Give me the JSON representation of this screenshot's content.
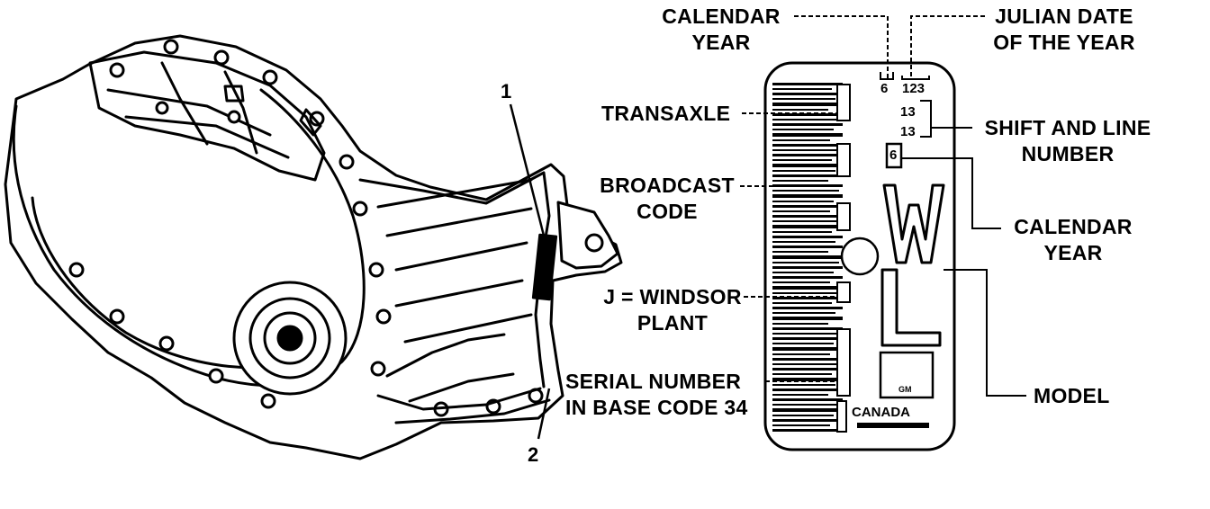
{
  "callouts": {
    "one": "1",
    "two": "2"
  },
  "labels": {
    "calendar_year_top": [
      "CALENDAR",
      "YEAR"
    ],
    "julian_date": [
      "JULIAN DATE",
      "OF THE YEAR"
    ],
    "transaxle": "TRANSAXLE",
    "shift_line": [
      "SHIFT AND LINE",
      "NUMBER"
    ],
    "broadcast_code": [
      "BROADCAST",
      "CODE"
    ],
    "calendar_year_right": [
      "CALENDAR",
      "YEAR"
    ],
    "windsor_plant": [
      "J = WINDSOR",
      "PLANT"
    ],
    "serial_number": [
      "SERIAL NUMBER",
      "IN BASE CODE 34"
    ],
    "model": "MODEL"
  },
  "tag": {
    "year_digit": "6",
    "julian_value": "123",
    "shift_value": "13",
    "line_value": "13",
    "model_letter_large": "W",
    "model_letter_lower": "L",
    "maker": "GM",
    "country": "CANADA"
  }
}
